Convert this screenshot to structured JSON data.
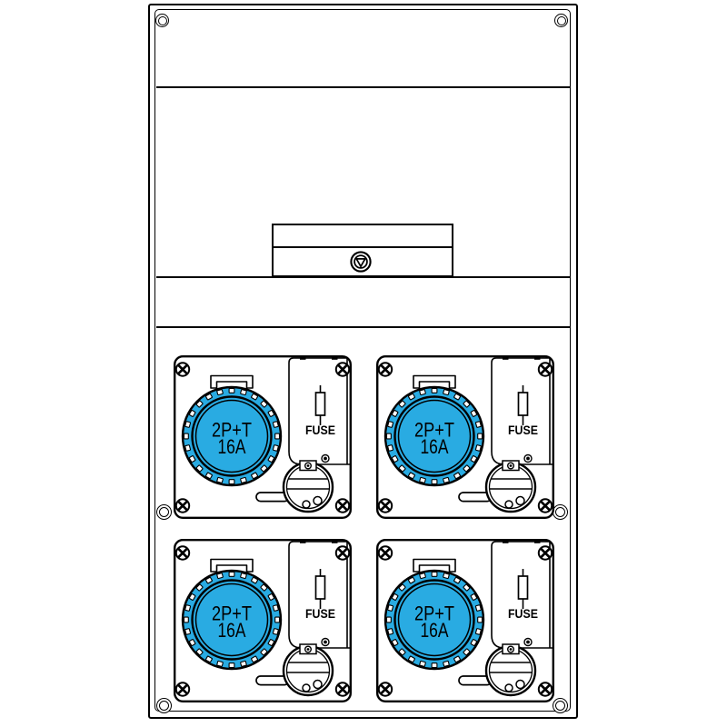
{
  "colors": {
    "socket_blue": "#29abe2",
    "line": "#000000",
    "background": "#ffffff"
  },
  "modules": [
    {
      "socket_label_line1": "2P+T",
      "socket_label_line2": "16A",
      "fuse_label": "FUSE"
    },
    {
      "socket_label_line1": "2P+T",
      "socket_label_line2": "16A",
      "fuse_label": "FUSE"
    },
    {
      "socket_label_line1": "2P+T",
      "socket_label_line2": "16A",
      "fuse_label": "FUSE"
    },
    {
      "socket_label_line1": "2P+T",
      "socket_label_line2": "16A",
      "fuse_label": "FUSE"
    }
  ],
  "icons": {
    "phillips-screw-icon": "circle with diagonal cross",
    "corner-screw-hole": "double circle",
    "mounting-hole": "double circle",
    "quarter-turn-lock-icon": "triangle inside double circle",
    "fuse-icon": "cartridge fuse symbol (rectangle over vertical line)",
    "fuse-carrier": "round bayonet cap with horizontal slot",
    "fuse-carrier-lever": "rounded lever bar"
  }
}
